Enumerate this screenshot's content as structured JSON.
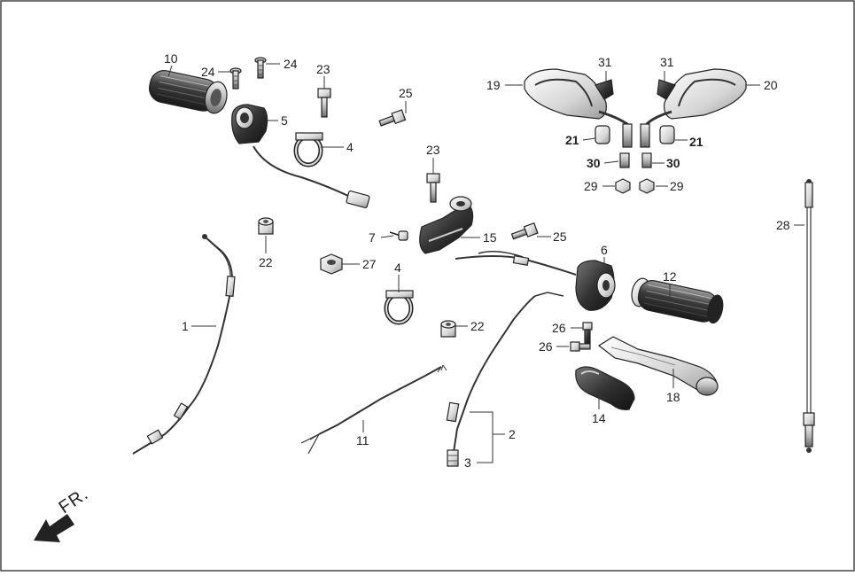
{
  "direction_label": "FR.",
  "callouts": [
    {
      "id": "c10",
      "text": "10"
    },
    {
      "id": "c24a",
      "text": "24"
    },
    {
      "id": "c24b",
      "text": "24"
    },
    {
      "id": "c23a",
      "text": "23"
    },
    {
      "id": "c25a",
      "text": "25"
    },
    {
      "id": "c5",
      "text": "5"
    },
    {
      "id": "c4a",
      "text": "4"
    },
    {
      "id": "c23b",
      "text": "23"
    },
    {
      "id": "c7",
      "text": "7"
    },
    {
      "id": "c15",
      "text": "15"
    },
    {
      "id": "c25b",
      "text": "25"
    },
    {
      "id": "c22a",
      "text": "22"
    },
    {
      "id": "c27",
      "text": "27"
    },
    {
      "id": "c4b",
      "text": "4"
    },
    {
      "id": "c1",
      "text": "1"
    },
    {
      "id": "c22b",
      "text": "22"
    },
    {
      "id": "c6",
      "text": "6"
    },
    {
      "id": "c12",
      "text": "12"
    },
    {
      "id": "c26a",
      "text": "26"
    },
    {
      "id": "c26b",
      "text": "26"
    },
    {
      "id": "c18",
      "text": "18"
    },
    {
      "id": "c14",
      "text": "14"
    },
    {
      "id": "c11",
      "text": "11"
    },
    {
      "id": "c2",
      "text": "2"
    },
    {
      "id": "c3",
      "text": "3"
    },
    {
      "id": "c19",
      "text": "19"
    },
    {
      "id": "c31a",
      "text": "31"
    },
    {
      "id": "c31b",
      "text": "31"
    },
    {
      "id": "c20",
      "text": "20"
    },
    {
      "id": "c21a",
      "text": "21"
    },
    {
      "id": "c21b",
      "text": "21"
    },
    {
      "id": "c30a",
      "text": "30"
    },
    {
      "id": "c30b",
      "text": "30"
    },
    {
      "id": "c29a",
      "text": "29"
    },
    {
      "id": "c29b",
      "text": "29"
    },
    {
      "id": "c28",
      "text": "28"
    }
  ]
}
